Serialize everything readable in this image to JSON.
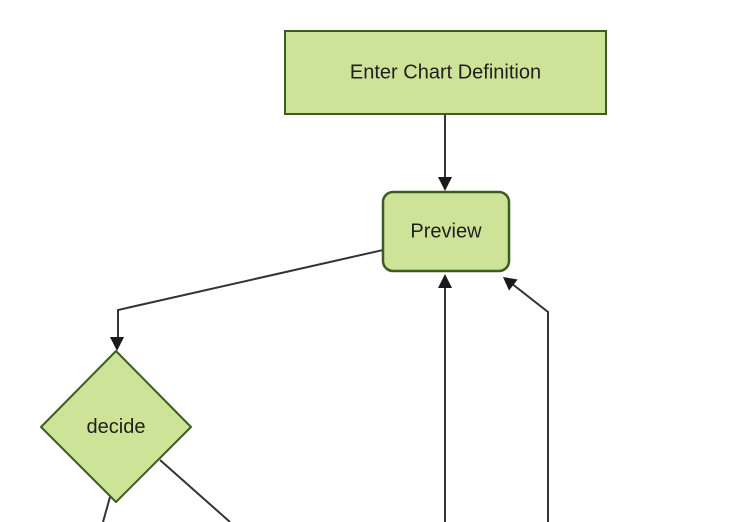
{
  "diagram": {
    "kind": "flowchart",
    "direction": "top-down",
    "nodes": [
      {
        "id": "enter-chart-definition",
        "label": "Enter Chart Definition",
        "shape": "rectangle"
      },
      {
        "id": "preview",
        "label": "Preview",
        "shape": "rounded-rectangle"
      },
      {
        "id": "decide",
        "label": "decide",
        "shape": "diamond"
      }
    ],
    "edges": [
      {
        "name": "enter-to-preview",
        "from": "Enter Chart Definition",
        "to": "Preview",
        "arrow": "down"
      },
      {
        "name": "preview-to-decide",
        "from": "Preview",
        "to": "decide",
        "arrow": "down"
      },
      {
        "name": "offscreen-bottom-to-preview",
        "from": "offscreen-bottom",
        "to": "Preview",
        "arrow": "up"
      },
      {
        "name": "offscreen-bottomright-to-preview",
        "from": "offscreen-bottom-right",
        "to": "Preview",
        "arrow": "up-left"
      },
      {
        "name": "decide-to-offscreen-left",
        "from": "decide",
        "to": "offscreen-bottom-left",
        "arrow": "none-visible"
      },
      {
        "name": "decide-to-offscreen-right",
        "from": "decide",
        "to": "offscreen-bottom-right",
        "arrow": "none-visible"
      }
    ]
  },
  "theme": {
    "background": "#ffffff",
    "node_fill": "#cde498",
    "node_border": "#3c5d22",
    "edge_color": "#333333",
    "arrow_color": "#1a1a1a",
    "text_color": "#1f1f1f"
  }
}
